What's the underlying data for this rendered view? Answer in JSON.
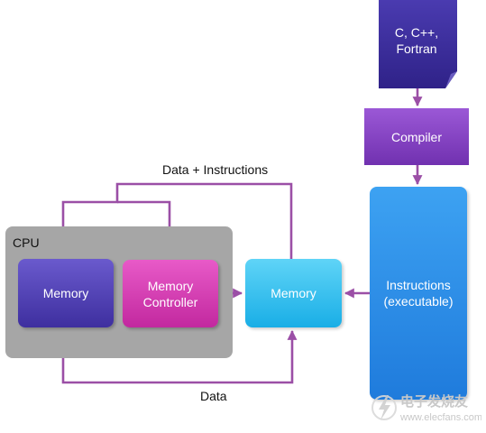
{
  "source": {
    "text": [
      "C, C++,",
      "Fortran"
    ]
  },
  "compiler": {
    "label": "Compiler"
  },
  "instructions": {
    "text": [
      "Instructions",
      "(executable)"
    ]
  },
  "cpu": {
    "label": "CPU",
    "memory_label": "Memory",
    "controller_text": [
      "Memory",
      "Controller"
    ]
  },
  "memory": {
    "label": "Memory"
  },
  "edges": {
    "top_label": "Data + Instructions",
    "bottom_label": "Data"
  },
  "watermark": {
    "text": "电子发烧友",
    "url": "www.elecfans.com"
  },
  "colors": {
    "arrow": "#9b4fa6",
    "cpu_bg": "#a6a6a6",
    "cpu_memory": "#4b3cb5",
    "memory_controller": "#d63bb4",
    "memory": "#33c2ee",
    "instructions": "#2b8fe8",
    "compiler": "#8544c4",
    "source": "#3a2b9a"
  },
  "icons": {
    "watermark": "lightning-logo-icon"
  }
}
